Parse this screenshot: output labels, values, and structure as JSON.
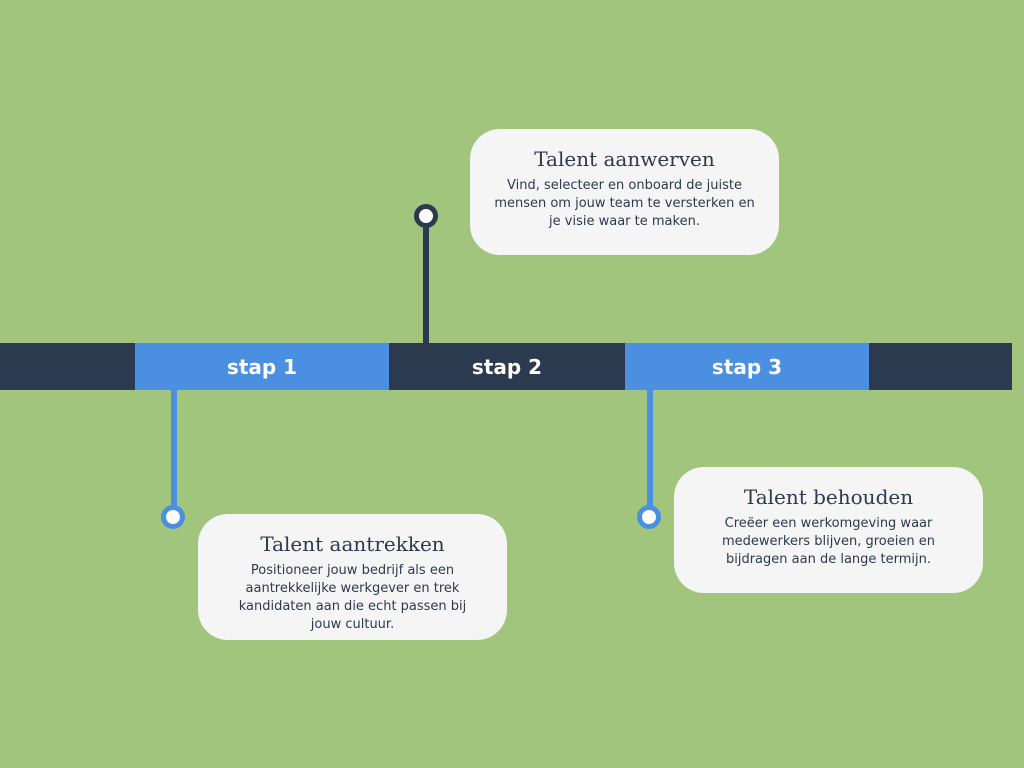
{
  "steps": [
    {
      "label": "stap 1",
      "title": "Talent aantrekken",
      "description": "Positioneer jouw bedrijf als een aantrekkelijke werkgever en trek kandidaten aan die echt passen bij jouw cultuur."
    },
    {
      "label": "stap 2",
      "title": "Talent aanwerven",
      "description": "Vind, selecteer en onboard de juiste mensen om jouw team te versterken en je visie waar te maken."
    },
    {
      "label": "stap 3",
      "title": "Talent behouden",
      "description": "Creëer een werkomgeving waar medewerkers blijven, groeien en bijdragen aan de lange termijn."
    }
  ],
  "colors": {
    "background": "#a2c57e",
    "dark": "#2b3a4f",
    "blue": "#4a8fe0",
    "card": "#f5f5f5"
  }
}
